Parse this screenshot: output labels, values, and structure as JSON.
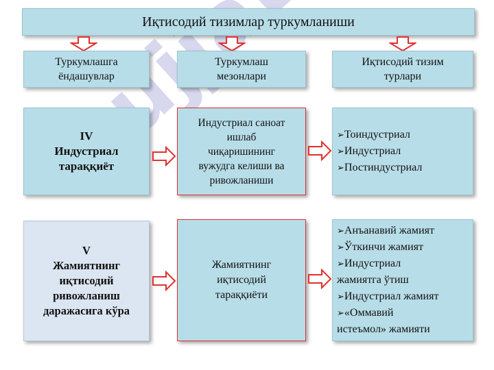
{
  "title": "Иқтисодий тизимлар туркумланиши",
  "headers": [
    [
      "Туркумлашга",
      "ёндашувлар"
    ],
    [
      "Туркумлаш",
      "мезонлари"
    ],
    [
      "Иқтисодий тизим",
      "турлари"
    ]
  ],
  "row1": {
    "label": [
      "IV",
      "Индустриал",
      "тараққиёт"
    ],
    "criterion": [
      "Индустриал саноат",
      "ишлаб",
      "чиқаришининг",
      "вужудга келиши ва",
      "ривожланиши"
    ],
    "types": [
      "Тоиндустриал",
      "Индустриал",
      "Постиндустриал"
    ]
  },
  "row2": {
    "label": [
      "V",
      "Жамиятнинг",
      "иқтисодий",
      "ривожланиш",
      "даражасига кўра"
    ],
    "criterion": [
      "Жамиятнинг",
      "иқтисодий",
      "тараққиёти"
    ],
    "types": [
      {
        "bullet": true,
        "text": "Анъанавий жамият"
      },
      {
        "bullet": true,
        "text": "Ўткинчи жамият"
      },
      {
        "bullet": true,
        "text": "Индустриал"
      },
      {
        "bullet": false,
        "text": "жамиятга ўтиш"
      },
      {
        "bullet": true,
        "text": "Индустриал  жамият"
      },
      {
        "bullet": true,
        "text": "«Оммавий"
      },
      {
        "bullet": false,
        "text": "истеъмол» жамияти"
      }
    ]
  },
  "watermark": "hujjat24",
  "colors": {
    "box": "#b7dde8",
    "pale_box": "#dce6f2",
    "arrow": "#e03030"
  }
}
